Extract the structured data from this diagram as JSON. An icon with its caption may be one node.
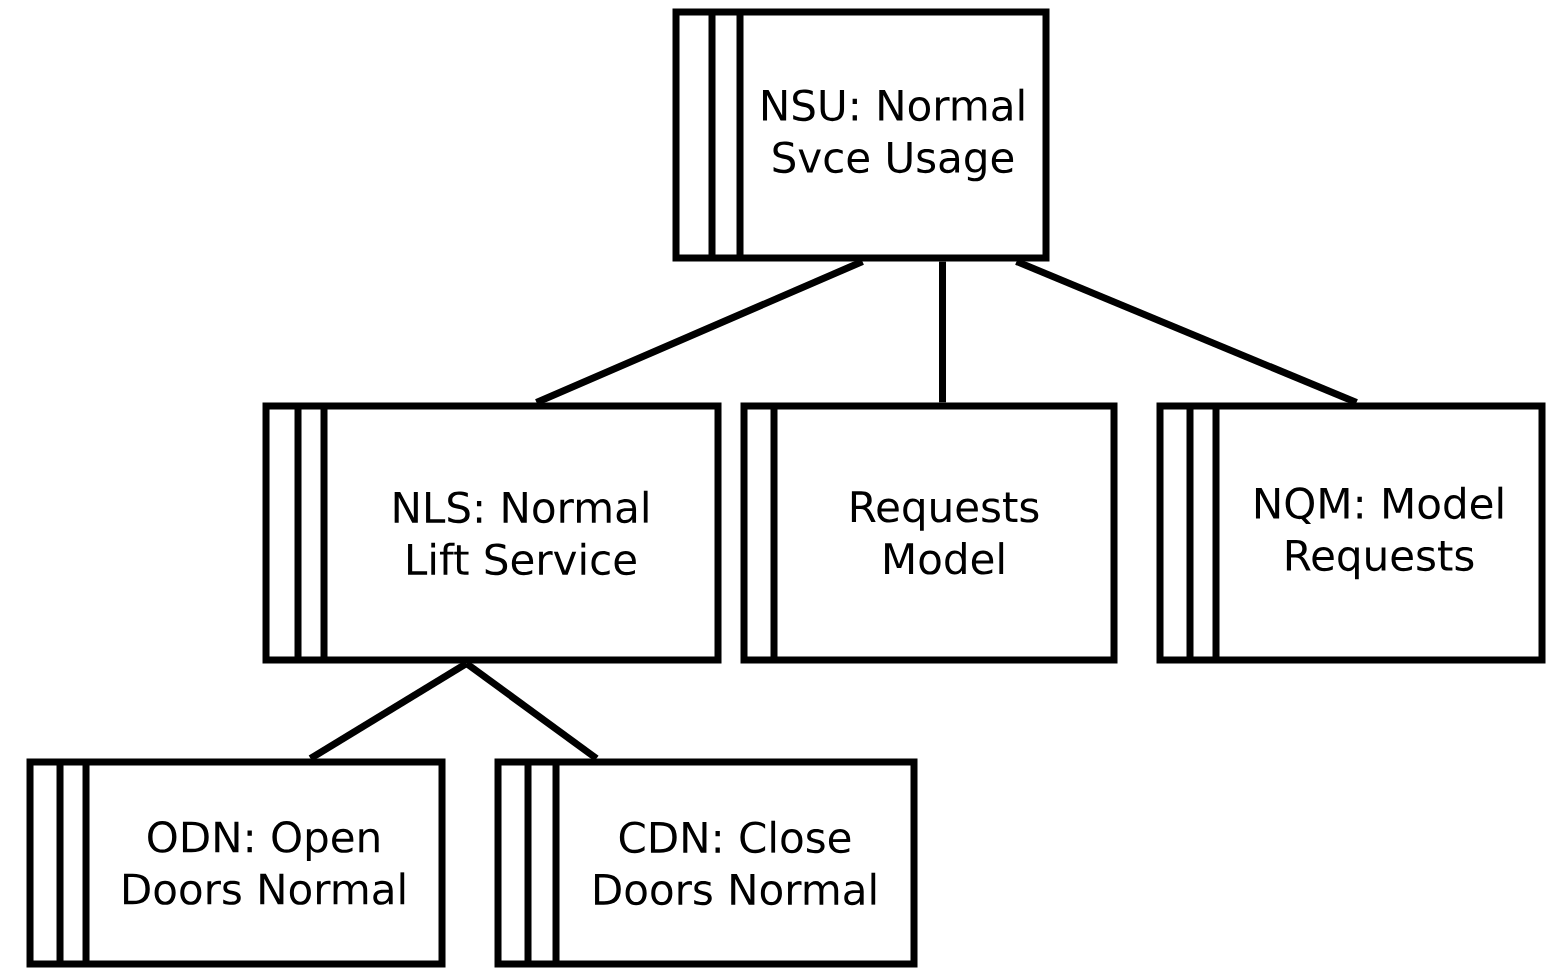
{
  "diagram": {
    "nodes": [
      {
        "text": [
          "NSU: Normal Svce Usage"
        ]
      },
      {
        "text": [
          "NLS: Normal Lift Service"
        ]
      },
      {
        "text": [
          "Requests Model"
        ]
      },
      {
        "text": [
          "NQM: Model Requests"
        ]
      },
      {
        "text": [
          "ODN: Open Doors Normal"
        ]
      },
      {
        "text": [
          "CDN: Close Doors Normal"
        ]
      }
    ],
    "edges": [
      {
        "from": 0,
        "to": 1,
        "arrow": "none"
      },
      {
        "from": 0,
        "to": 2,
        "arrow": "none"
      },
      {
        "from": 0,
        "to": 3,
        "arrow": "none"
      },
      {
        "from": 1,
        "to": 4,
        "arrow": "none"
      },
      {
        "from": 1,
        "to": 5,
        "arrow": "none"
      }
    ]
  }
}
